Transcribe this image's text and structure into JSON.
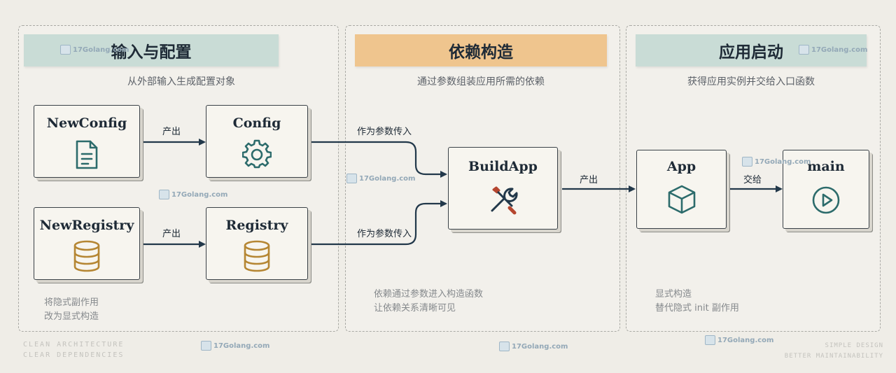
{
  "sections": [
    {
      "title": "输入与配置",
      "subtitle": "从外部输入生成配置对象",
      "note": [
        "将隐式副作用",
        "改为显式构造"
      ]
    },
    {
      "title": "依赖构造",
      "subtitle": "通过参数组装应用所需的依赖",
      "note": [
        "依赖通过参数进入构造函数",
        "让依赖关系清晰可见"
      ]
    },
    {
      "title": "应用启动",
      "subtitle": "获得应用实例并交给入口函数",
      "note": [
        "显式构造",
        "替代隐式 init 副作用"
      ]
    }
  ],
  "nodes": {
    "new_config": {
      "label": "NewConfig",
      "icon": "document-icon"
    },
    "config": {
      "label": "Config",
      "icon": "gear-icon"
    },
    "new_registry": {
      "label": "NewRegistry",
      "icon": "database-icon"
    },
    "registry": {
      "label": "Registry",
      "icon": "database-icon"
    },
    "build_app": {
      "label": "BuildApp",
      "icon": "tools-icon"
    },
    "app": {
      "label": "App",
      "icon": "cube-icon"
    },
    "main": {
      "label": "main",
      "icon": "play-icon"
    }
  },
  "edges": {
    "produce": "产出",
    "pass_param": "作为参数传入",
    "hand_over": "交给"
  },
  "watermark": "17Golang.com",
  "footer": {
    "left": [
      "CLEAN ARCHITECTURE",
      "CLEAR DEPENDENCIES"
    ],
    "right": [
      "SIMPLE DESIGN",
      "BETTER MAINTAINABILITY"
    ]
  },
  "colors": {
    "teal_banner": "#c9dcd6",
    "orange_banner": "#efc58e",
    "icon_teal": "#2c6b6b",
    "icon_gold": "#b58633"
  }
}
